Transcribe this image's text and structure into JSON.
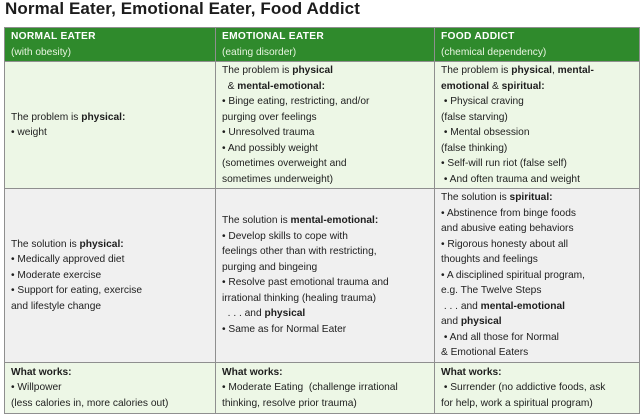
{
  "title": "Normal Eater, Emotional Eater, Food Addict",
  "headers": [
    {
      "title": "NORMAL EATER",
      "subtitle": "(with obesity)"
    },
    {
      "title": "EMOTIONAL EATER",
      "subtitle": "(eating disorder)"
    },
    {
      "title": "FOOD ADDICT",
      "subtitle": "(chemical dependency)"
    }
  ],
  "problem": {
    "normal": {
      "intro": "The problem is ",
      "bold": "physical",
      "end": ":",
      "items": [
        "• weight"
      ]
    },
    "emotional": {
      "intro": "The problem is ",
      "bold": "physical",
      "line2_pre": "  & ",
      "line2_bold": "mental-emotional:",
      "items": [
        "• Binge eating, restricting, and/or",
        "purging over feelings",
        "• Unresolved trauma",
        "• And possibly weight",
        "(sometimes overweight and",
        "sometimes underweight)"
      ]
    },
    "addict": {
      "intro": "The problem is ",
      "bold": "physical",
      "sep": ", ",
      "bold2": "mental-",
      "line2_bold": "emotional",
      "line2_mid": " & ",
      "line2_bold2": "spiritual:",
      "items": [
        " • Physical craving",
        "(false starving)",
        " • Mental obsession",
        "(false thinking)",
        "• Self-will run riot (false self)",
        " • And often trauma and weight"
      ]
    }
  },
  "solution": {
    "normal": {
      "intro": "The solution is ",
      "bold": "physical:",
      "items": [
        "• Medically approved diet",
        "• Moderate exercise",
        "• Support for eating, exercise",
        "and lifestyle change"
      ]
    },
    "emotional": {
      "intro": "The solution is ",
      "bold": "mental-emotional:",
      "items": [
        "• Develop skills to cope with",
        "feelings other than with restricting,",
        "purging and bingeing",
        "• Resolve past emotional trauma and",
        "irrational thinking (healing trauma)"
      ],
      "and_pre": "  . . . and ",
      "and_bold": "physical",
      "last": "• Same as for Normal Eater"
    },
    "addict": {
      "intro": "The solution is ",
      "bold": "spiritual:",
      "items": [
        "• Abstinence from binge foods",
        "and abusive eating behaviors",
        "• Rigorous honesty about all",
        "thoughts and feelings",
        "• A disciplined spiritual program,",
        "e.g. The Twelve Steps"
      ],
      "and_pre": " . . . and ",
      "and_bold": "mental-emotional",
      "and2_pre": "and ",
      "and2_bold": "physical",
      "tail": [
        " • And all those for Normal",
        "& Emotional Eaters"
      ]
    }
  },
  "works": {
    "label": "What works:",
    "normal": [
      "• Willpower",
      "(less calories in, more calories out)"
    ],
    "emotional": [
      "• Moderate Eating  (challenge irrational",
      "thinking, resolve prior trauma)"
    ],
    "addict": [
      " • Surrender (no addictive foods, ask",
      "for help, work a spiritual program)"
    ]
  }
}
